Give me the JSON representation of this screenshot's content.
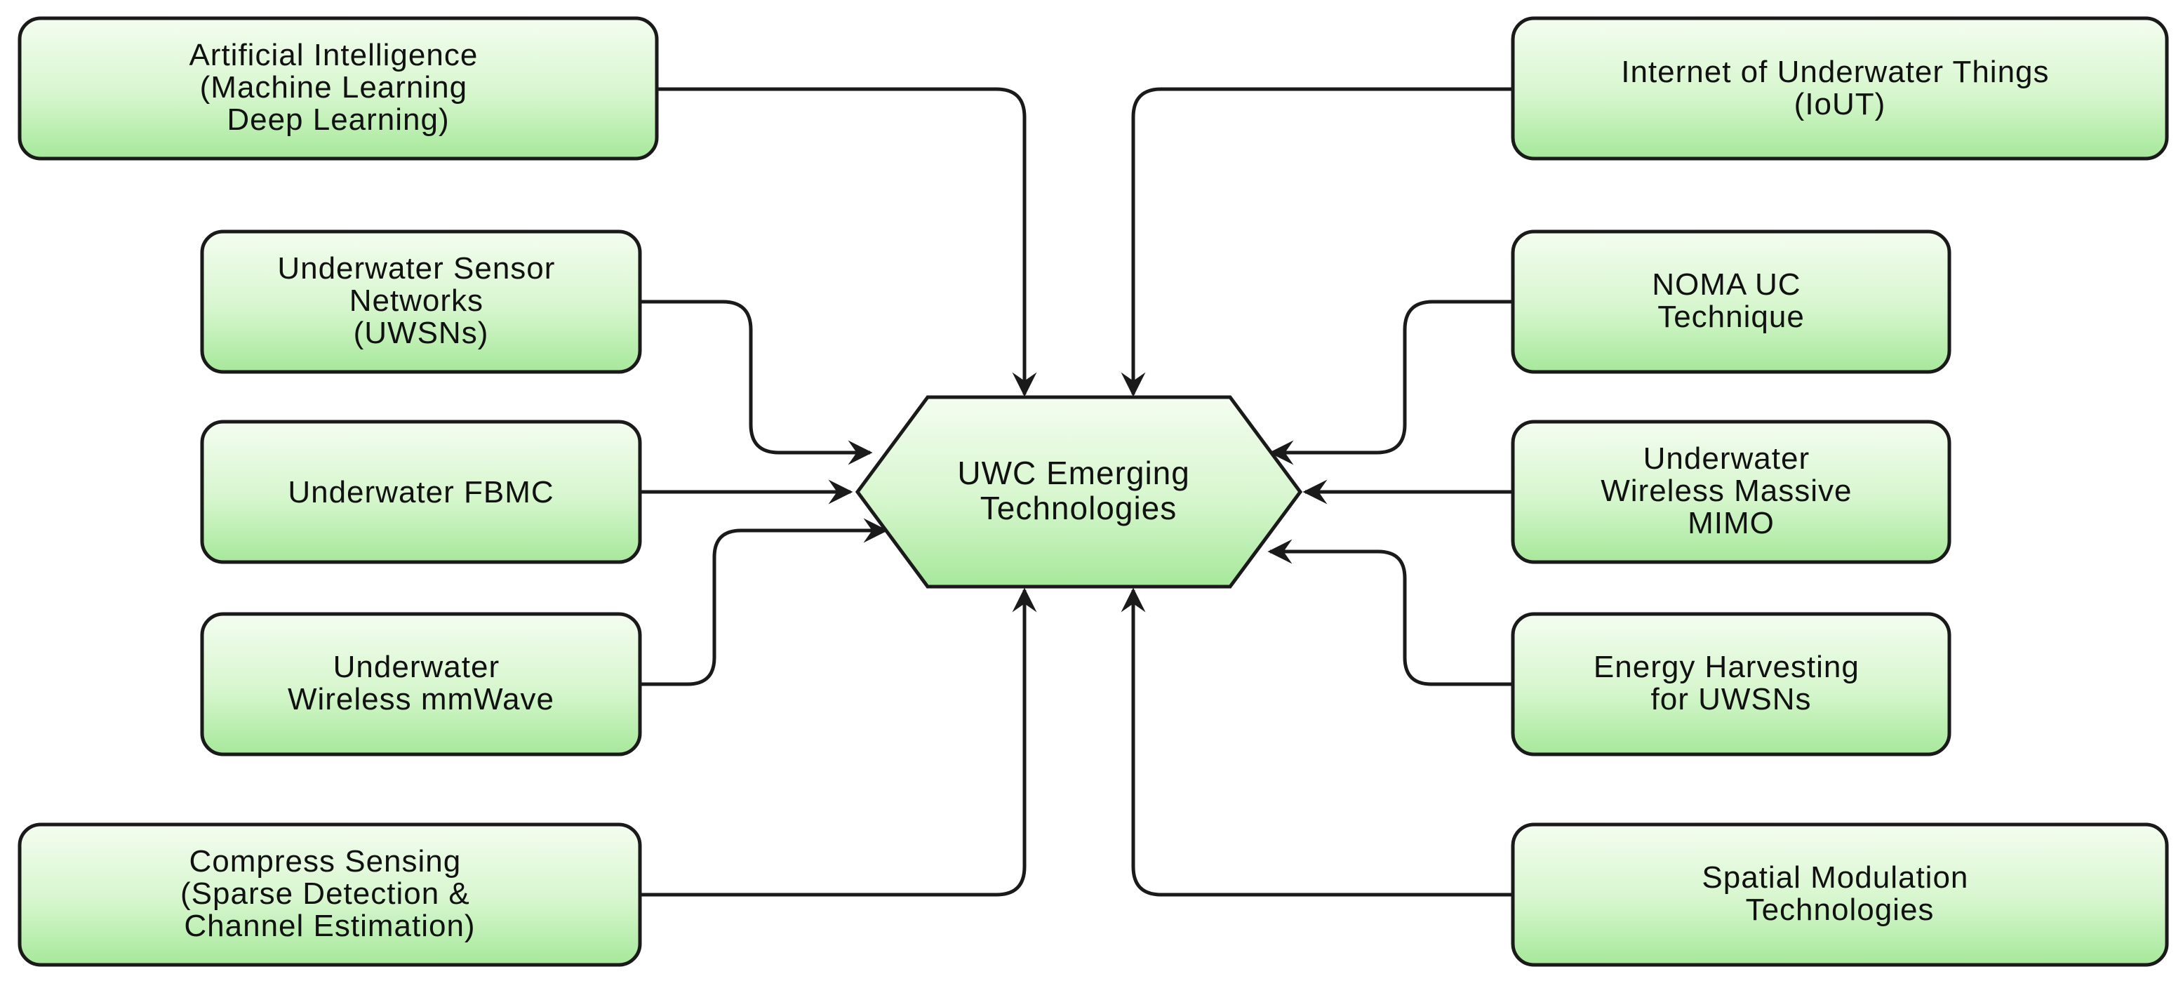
{
  "hub": {
    "lines": [
      "UWC Emerging",
      "Technologies"
    ]
  },
  "nodes": [
    {
      "id": "ai",
      "lines": [
        "Artificial Intelligence",
        "(Machine Learning",
        "Deep Learning)"
      ]
    },
    {
      "id": "uwsn",
      "lines": [
        "Underwater Sensor",
        "Networks",
        "(UWSNs)"
      ]
    },
    {
      "id": "fbmc",
      "lines": [
        "Underwater FBMC"
      ]
    },
    {
      "id": "mmwave",
      "lines": [
        "Underwater",
        "Wireless mmWave"
      ]
    },
    {
      "id": "cs",
      "lines": [
        "Compress Sensing",
        "(Sparse Detection &",
        "Channel Estimation)"
      ]
    },
    {
      "id": "iout",
      "lines": [
        "Internet of Underwater Things",
        "(IoUT)"
      ]
    },
    {
      "id": "noma",
      "lines": [
        "NOMA UC",
        "Technique"
      ]
    },
    {
      "id": "mimo",
      "lines": [
        "Underwater",
        "Wireless Massive",
        "MIMO"
      ]
    },
    {
      "id": "energy",
      "lines": [
        "Energy Harvesting",
        "for UWSNs"
      ]
    },
    {
      "id": "spatial",
      "lines": [
        "Spatial Modulation",
        "Technologies"
      ]
    }
  ],
  "colors": {
    "box_fill_top": "#f4fdf0",
    "box_fill_bottom": "#a6e89a",
    "stroke": "#1a1a1a",
    "text": "#111111"
  }
}
